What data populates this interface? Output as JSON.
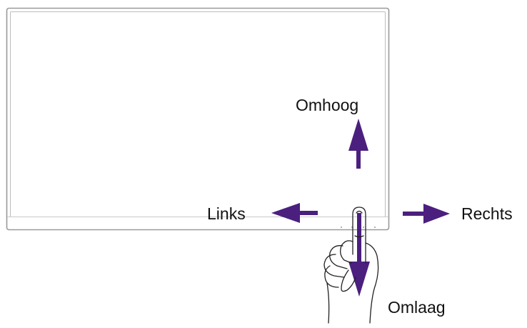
{
  "diagram": {
    "colors": {
      "arrow": "#4b1f7e",
      "monitor_outline": "#9a9a9a",
      "hand_outline": "#222222"
    },
    "labels": {
      "up": "Omhoog",
      "down": "Omlaag",
      "left": "Links",
      "right": "Rechts"
    }
  }
}
